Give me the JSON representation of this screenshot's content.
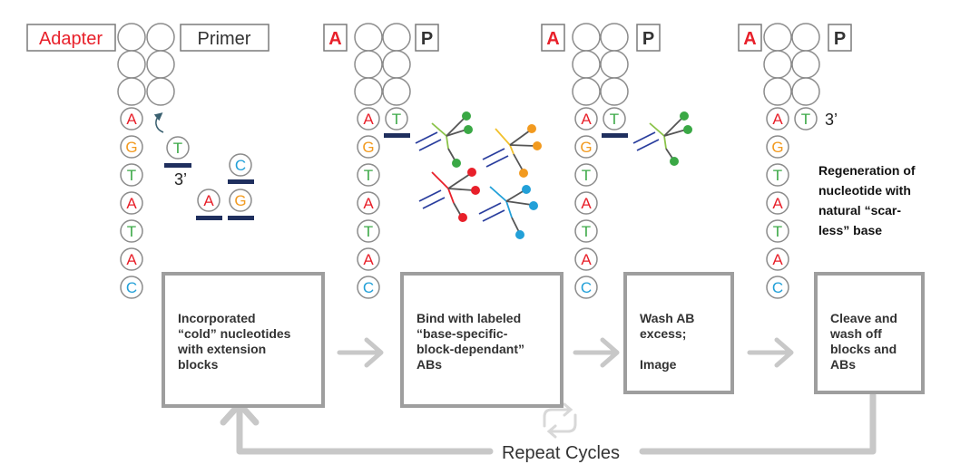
{
  "labels": {
    "adapter": "Adapter",
    "primer": "Primer",
    "adapter_short": "A",
    "primer_short": "P",
    "three_prime": "3’"
  },
  "template_bases": [
    "A",
    "G",
    "T",
    "A",
    "T",
    "A",
    "C"
  ],
  "incoming_bases": {
    "t": "T",
    "a": "A",
    "g": "G",
    "c": "C"
  },
  "steps": [
    {
      "text": "Incorporated\n“cold” nucleotides\nwith extension\nblocks"
    },
    {
      "text": "Bind with labeled\n“base-specific-\nblock-dependant”\nABs"
    },
    {
      "text": "Wash AB\nexcess;\n\nImage"
    },
    {
      "text": "Cleave and\nwash off\nblocks and\nABs"
    }
  ],
  "regeneration_note": "Regeneration of\nnucleotide with\nnatural “scar-\nless” base",
  "repeat_label": "Repeat Cycles",
  "colors": {
    "adapter_red": "#e8202a",
    "A": "#e8202a",
    "G": "#f29a1f",
    "T": "#3aa845",
    "C": "#22a0d8",
    "block": "#1f2f5e",
    "arrow_gray": "#c8c8c8",
    "circle_gray": "#8c8c8c"
  }
}
